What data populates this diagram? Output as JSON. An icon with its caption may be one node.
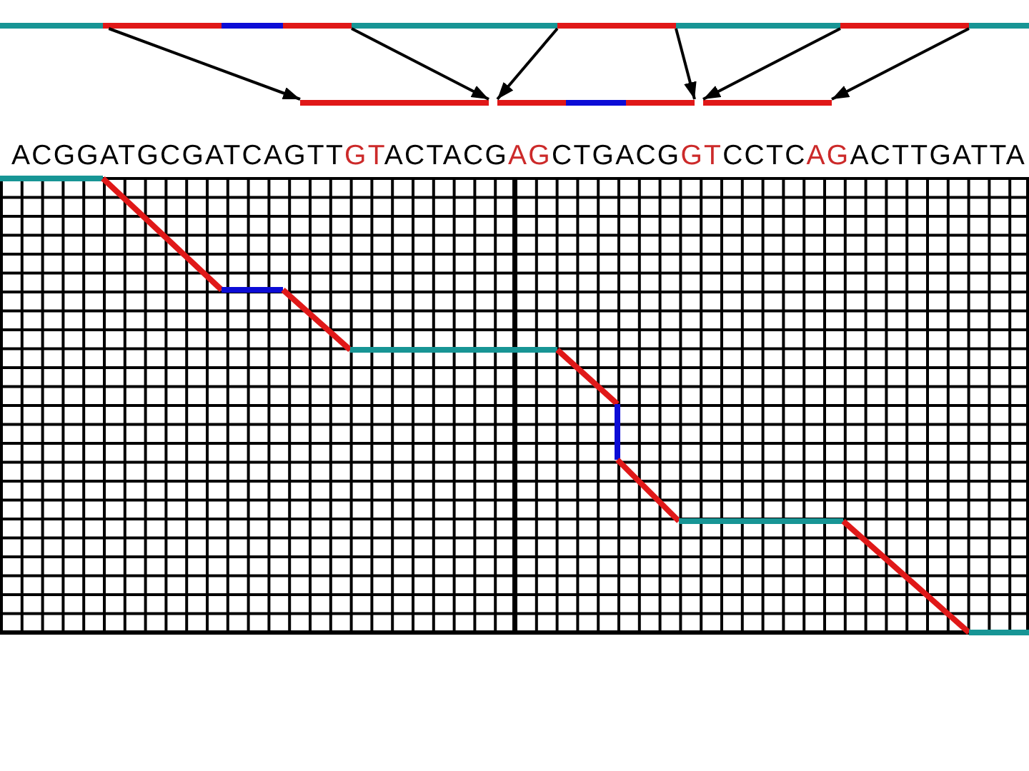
{
  "diagram": {
    "nodes": [
      {
        "text": [],
        "shape": "bar"
      },
      {
        "text": [],
        "shape": "bar"
      },
      {
        "text": [],
        "shape": "bar"
      },
      {
        "text": [],
        "shape": "bar"
      },
      {
        "text": [],
        "shape": "bar"
      },
      {
        "text": [],
        "shape": "bar"
      },
      {
        "text": [],
        "shape": "bar"
      },
      {
        "text": [],
        "shape": "bar"
      },
      {
        "text": [],
        "shape": "bar"
      },
      {
        "text": [],
        "shape": "bar"
      },
      {
        "text": [],
        "shape": "bar"
      },
      {
        "text": [],
        "shape": "bar"
      },
      {
        "text": [],
        "shape": "bar"
      },
      {
        "text": [],
        "shape": "bar"
      }
    ],
    "edges": [
      {
        "from": 1,
        "to": 9,
        "arrow": "to"
      },
      {
        "from": 3,
        "to": 9,
        "arrow": "to"
      },
      {
        "from": 5,
        "to": 10,
        "arrow": "to"
      },
      {
        "from": 5,
        "to": 12,
        "arrow": "to"
      },
      {
        "from": 7,
        "to": 13,
        "arrow": "to"
      },
      {
        "from": 7,
        "to": 13,
        "arrow": "to"
      }
    ],
    "labels": [
      "ACGGATGCGATCAGTT",
      "GT",
      "ACTACG",
      "AG",
      "CTGACG",
      "GT",
      "CCTC",
      "AG",
      "ACTTGATTA"
    ]
  }
}
